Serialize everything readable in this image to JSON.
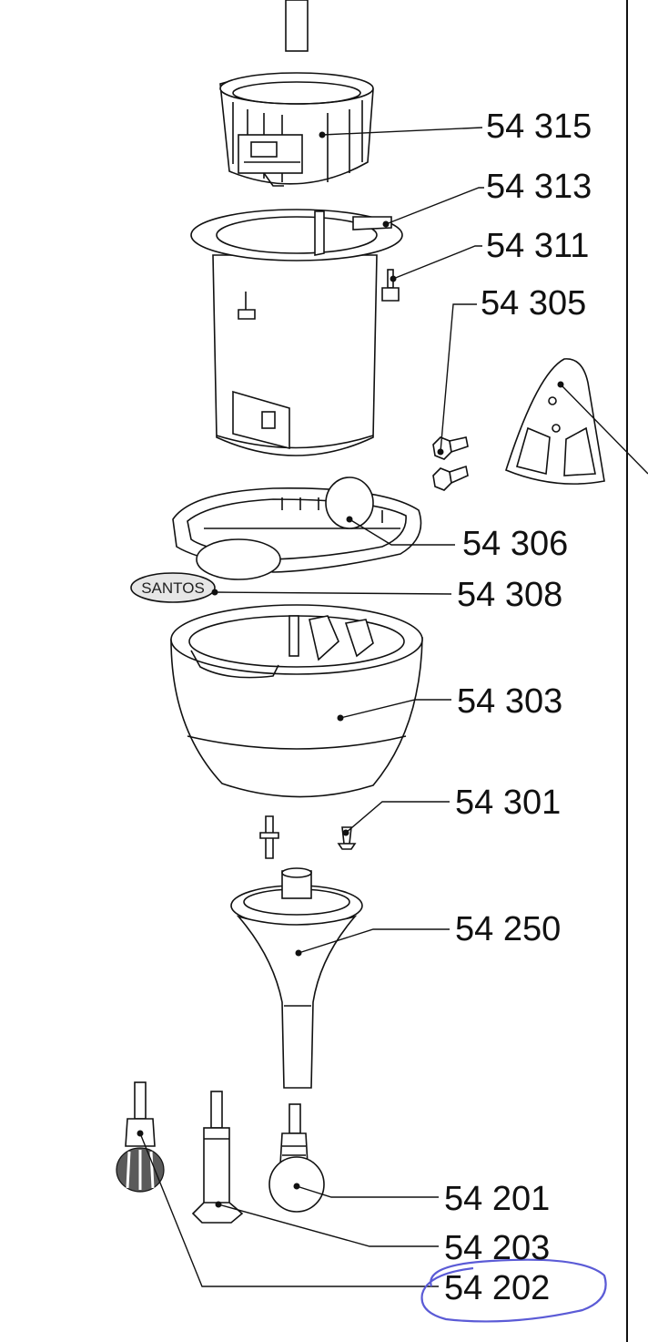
{
  "parts": [
    {
      "id": "p54315",
      "label": "54 315"
    },
    {
      "id": "p54313",
      "label": "54 313"
    },
    {
      "id": "p54311",
      "label": "54 311"
    },
    {
      "id": "p54305",
      "label": "54 305"
    },
    {
      "id": "p54306",
      "label": "54 306"
    },
    {
      "id": "p54308",
      "label": "54 308"
    },
    {
      "id": "p54303",
      "label": "54 303"
    },
    {
      "id": "p54301",
      "label": "54 301"
    },
    {
      "id": "p54250",
      "label": "54 250"
    },
    {
      "id": "p54201",
      "label": "54 201"
    },
    {
      "id": "p54203",
      "label": "54 203"
    },
    {
      "id": "p54202",
      "label": "54 202"
    }
  ],
  "brand_plate_text": "SANTOS",
  "highlight": {
    "part": "54 202",
    "color": "#5b5bd6"
  },
  "colors": {
    "line": "#111111",
    "background": "#ffffff",
    "highlight": "#5b5bd6"
  }
}
